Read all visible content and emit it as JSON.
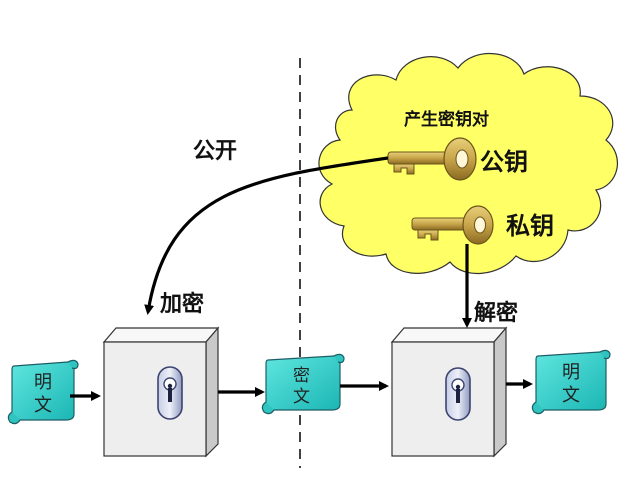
{
  "cloud": {
    "title": "产生密钥对",
    "public_key_label": "公钥",
    "private_key_label": "私钥"
  },
  "publish_label": "公开",
  "encrypt_label": "加密",
  "decrypt_label": "解密",
  "documents": {
    "plaintext_in": [
      "明",
      "文"
    ],
    "ciphertext": [
      "密",
      "文"
    ],
    "plaintext_out": [
      "明",
      "文"
    ]
  },
  "colors": {
    "cloud": "#ffff66",
    "scroll": "#33d6d0",
    "box_front": "#eeeeee",
    "key": "#c8a54a",
    "lock": "#9aa6c8"
  }
}
